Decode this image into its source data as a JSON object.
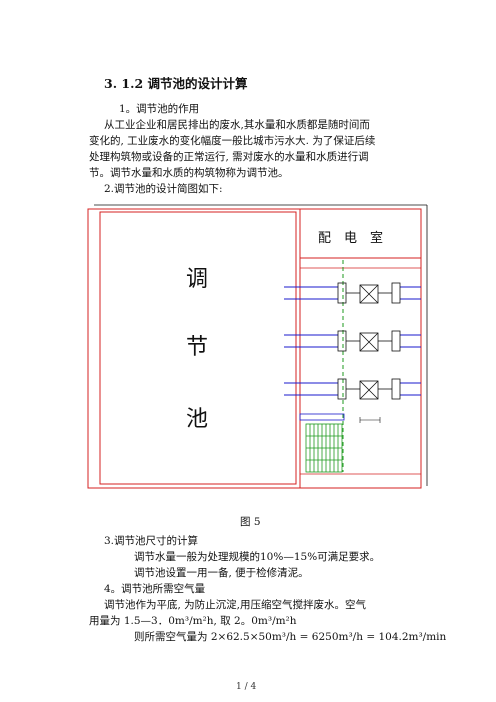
{
  "doc": {
    "heading": "3. 1.2  调节池的设计计算",
    "intro_title": "1。调节池的作用",
    "intro_lines": [
      "从工业企业和居民排出的废水,其水量和水质都是随时间而",
      "变化的, 工业废水的变化幅度一般比城市污水大. 为了保证后续",
      "处理构筑物或设备的正常运行, 需对废水的水量和水质进行调",
      "节。调节水量和水质的构筑物称为调节池。"
    ],
    "sketch_intro": "2.调节池的设计简图如下:",
    "figure": {
      "room_label": "配　电　室",
      "pool_chars": [
        "调",
        "节",
        "池"
      ],
      "caption": "图 5"
    },
    "section3_title": "3.调节池尺寸的计算",
    "section3_lines": [
      "调节水量一般为处理规模的10%—15%可满足要求。",
      "调节池设置一用一备, 便于检修清泥。"
    ],
    "section4_title": "4。调节池所需空气量",
    "section4_line1": "调节池作为平底, 为防止沉淀,用压缩空气搅拌废水。空气",
    "section4_line2": "用量为 1.5—3．0m³/m²h, 取 2。0m³/m²h",
    "section4_line3": "则所需空气量为 2×62.5×50m³/h = 6250m³/h = 104.2m³/min",
    "page": "1 / 4"
  },
  "colors": {
    "red": "#d42020",
    "blue": "#1a1acc",
    "green": "#1e9a1e",
    "black": "#111111"
  }
}
